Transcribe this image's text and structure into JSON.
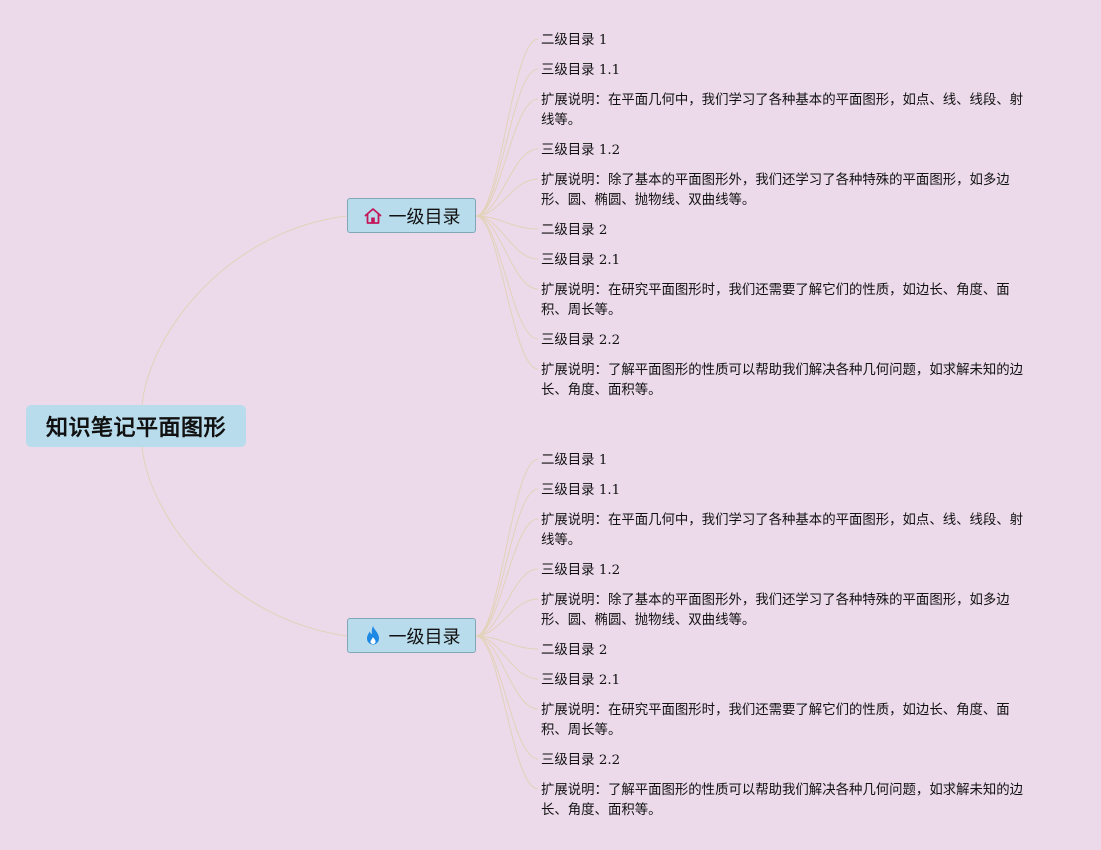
{
  "root": {
    "title": "知识笔记平面图形"
  },
  "branches": [
    {
      "label": "一级目录",
      "icon": "home-icon",
      "icon_color": "#c2185b",
      "items": [
        "二级目录 1",
        "三级目录 1.1",
        "扩展说明：在平面几何中，我们学习了各种基本的平面图形，如点、线、线段、射线等。",
        "三级目录 1.2",
        "扩展说明：除了基本的平面图形外，我们还学习了各种特殊的平面图形，如多边形、圆、椭圆、抛物线、双曲线等。",
        "二级目录 2",
        "三级目录 2.1",
        "扩展说明：在研究平面图形时，我们还需要了解它们的性质，如边长、角度、面积、周长等。",
        "三级目录 2.2",
        "扩展说明：了解平面图形的性质可以帮助我们解决各种几何问题，如求解未知的边长、角度、面积等。"
      ]
    },
    {
      "label": "一级目录",
      "icon": "flame-icon",
      "icon_color": "#1e88e5",
      "items": [
        "二级目录 1",
        "三级目录 1.1",
        "扩展说明：在平面几何中，我们学习了各种基本的平面图形，如点、线、线段、射线等。",
        "三级目录 1.2",
        "扩展说明：除了基本的平面图形外，我们还学习了各种特殊的平面图形，如多边形、圆、椭圆、抛物线、双曲线等。",
        "二级目录 2",
        "三级目录 2.1",
        "扩展说明：在研究平面图形时，我们还需要了解它们的性质，如边长、角度、面积、周长等。",
        "三级目录 2.2",
        "扩展说明：了解平面图形的性质可以帮助我们解决各种几何问题，如求解未知的边长、角度、面积等。"
      ]
    }
  ],
  "colors": {
    "background": "#ecdaeb",
    "node_fill": "#b9dcec",
    "connector": "#e2d2b8"
  }
}
